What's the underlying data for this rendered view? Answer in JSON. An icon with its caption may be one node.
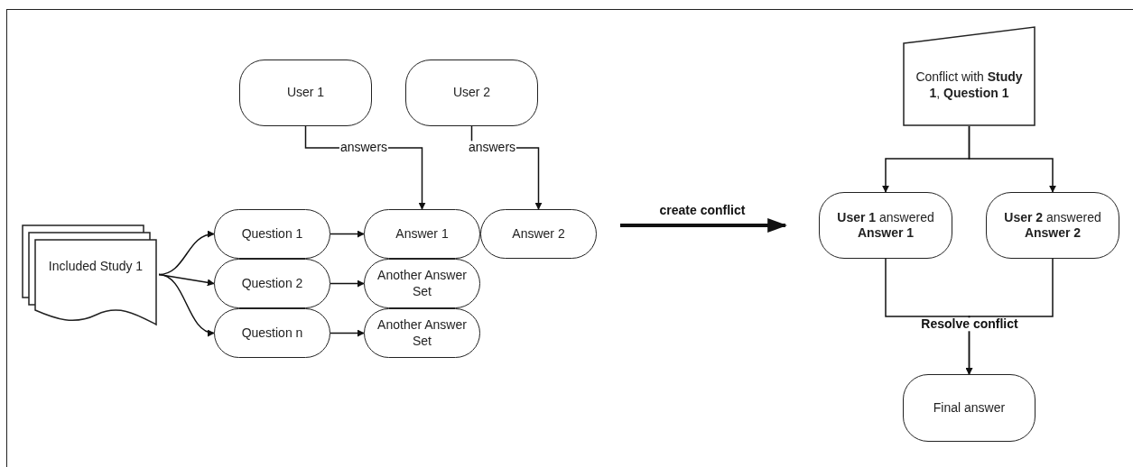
{
  "diagram": {
    "nodes": [
      {
        "text": [
          "Included Study 1"
        ]
      },
      {
        "text": [
          "User 1"
        ]
      },
      {
        "text": [
          "User 2"
        ]
      },
      {
        "text": [
          "Question 1"
        ]
      },
      {
        "text": [
          "Answer 1"
        ]
      },
      {
        "text": [
          "Answer 2"
        ]
      },
      {
        "text": [
          "Question 2"
        ]
      },
      {
        "text": [
          "Another Answer Set"
        ]
      },
      {
        "text": [
          "Question n"
        ]
      },
      {
        "text": [
          "Another Answer Set"
        ]
      },
      {
        "text": [
          "Conflict with **Study 1**, **Question 1**"
        ]
      },
      {
        "text": [
          "**User 1** answered **Answer 1**"
        ]
      },
      {
        "text": [
          "**User 2** answered **Answer 2**"
        ]
      },
      {
        "text": [
          "Final answer"
        ]
      }
    ],
    "edges": [
      {
        "from": 0,
        "to": 3,
        "arrow": "to"
      },
      {
        "from": 0,
        "to": 6,
        "arrow": "to"
      },
      {
        "from": 0,
        "to": 8,
        "arrow": "to"
      },
      {
        "from": 3,
        "to": 4,
        "arrow": "to"
      },
      {
        "from": 6,
        "to": 7,
        "arrow": "to"
      },
      {
        "from": 8,
        "to": 9,
        "arrow": "to"
      },
      {
        "from": 1,
        "to": 4,
        "arrow": "to",
        "label": "answers"
      },
      {
        "from": 2,
        "to": 5,
        "arrow": "to",
        "label": "answers"
      },
      {
        "from": 5,
        "to": 11,
        "arrow": "to",
        "label": "create conflict",
        "style": "thick"
      },
      {
        "from": 10,
        "to": 11,
        "arrow": "to"
      },
      {
        "from": 10,
        "to": 12,
        "arrow": "to"
      },
      {
        "from": 11,
        "to": 13,
        "arrow": "to",
        "label": "Resolve conflict"
      },
      {
        "from": 12,
        "to": 13,
        "arrow": "to"
      }
    ]
  }
}
